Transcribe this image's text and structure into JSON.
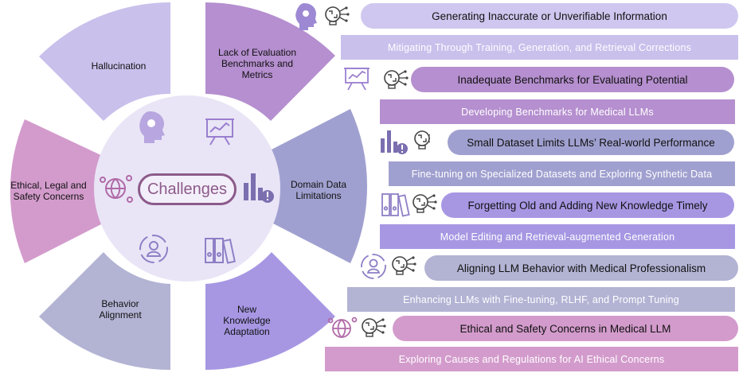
{
  "center": {
    "label": "Challenges"
  },
  "segments": [
    {
      "label": "Hallucination",
      "color": "#c9c0ec"
    },
    {
      "label": "Lack of Evaluation Benchmarks and Metrics",
      "color": "#b58fcf"
    },
    {
      "label": "Domain Data Limitations",
      "color": "#a0a0d0"
    },
    {
      "label": "New Knowledge Adaptation",
      "color": "#a797e3"
    },
    {
      "label": "Behavior Alignment",
      "color": "#b3b3d4"
    },
    {
      "label": "Ethical, Legal and Safety Concerns",
      "color": "#d39bcc"
    }
  ],
  "rows": [
    {
      "challenge": "Generating Inaccurate or Unverifiable Information",
      "solution": "Mitigating Through Training, Generation, and Retrieval Corrections",
      "pill_color": "#cfc7ef",
      "band_color": "#c9c0ec"
    },
    {
      "challenge": "Inadequate Benchmarks for Evaluating Potential",
      "solution": "Developing Benchmarks for Medical LLMs",
      "pill_color": "#b58fcf",
      "band_color": "#b58fcf"
    },
    {
      "challenge": "Small Dataset Limits LLMs’ Real-world Performance",
      "solution": "Fine-tuning on Specialized Datasets and Exploring Synthetic Data",
      "pill_color": "#a0a0d0",
      "band_color": "#a0a0d0"
    },
    {
      "challenge": "Forgetting Old and Adding New Knowledge Timely",
      "solution": "Model Editing and Retrieval-augmented  Generation",
      "pill_color": "#a797e3",
      "band_color": "#a797e3"
    },
    {
      "challenge": "Aligning LLM Behavior with Medical Professionalism",
      "solution": "Enhancing LLMs with Fine-tuning, RLHF, and Prompt Tuning",
      "pill_color": "#b3b3d4",
      "band_color": "#b3b3d4"
    },
    {
      "challenge": "Ethical and Safety Concerns in Medical LLM",
      "solution": "Exploring Causes and Regulations for AI Ethical Concerns",
      "pill_color": "#d39bcc",
      "band_color": "#d39bcc"
    }
  ],
  "colors": {
    "accent": "#8c5a8a",
    "icon": "#7b5fb0",
    "inner_circle": "#e9e5f6"
  }
}
